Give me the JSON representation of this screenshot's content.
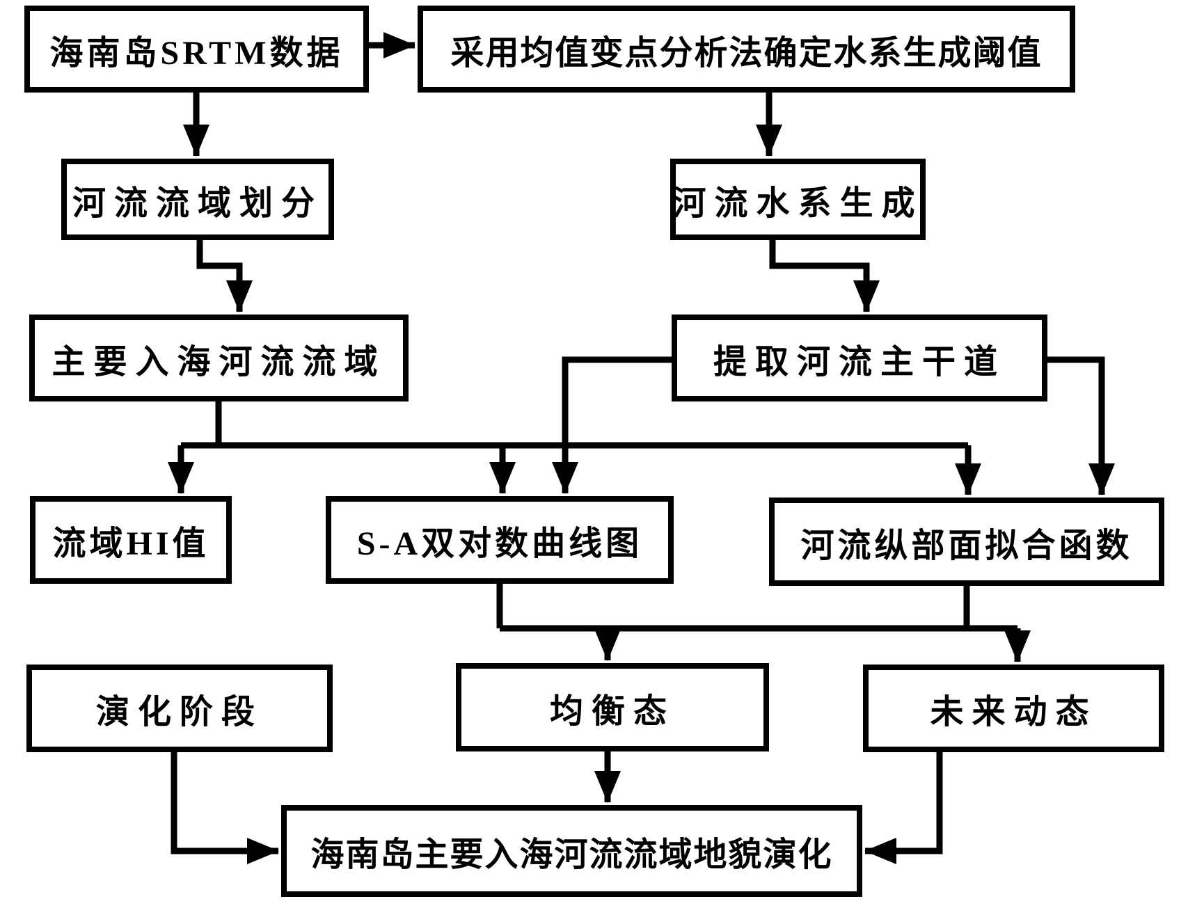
{
  "nodes": {
    "srtm": {
      "label": "海南岛SRTM数据"
    },
    "threshold": {
      "label": "采用均值变点分析法确定水系生成阈值"
    },
    "basin_division": {
      "label": "河流流域划分"
    },
    "network_gen": {
      "label": "河流水系生成"
    },
    "main_basins": {
      "label": "主要入海河流流域"
    },
    "main_channel": {
      "label": "提取河流主干道"
    },
    "hi_value": {
      "label": "流域HI值"
    },
    "sa_loglog": {
      "label": "S-A双对数曲线图"
    },
    "profile_fit": {
      "label": "河流纵部面拟合函数"
    },
    "evolution_stage": {
      "label": "演化阶段"
    },
    "equilibrium": {
      "label": "均衡态"
    },
    "future_dynamics": {
      "label": "未来动态"
    },
    "geomorph_final": {
      "label": "海南岛主要入海河流流域地貌演化"
    }
  },
  "edges": [
    {
      "from": "srtm",
      "to": "threshold"
    },
    {
      "from": "srtm",
      "to": "basin_division"
    },
    {
      "from": "threshold",
      "to": "network_gen"
    },
    {
      "from": "basin_division",
      "to": "main_basins"
    },
    {
      "from": "network_gen",
      "to": "main_channel"
    },
    {
      "from": "main_basins",
      "to": "hi_value"
    },
    {
      "from": "main_basins",
      "to": "sa_loglog"
    },
    {
      "from": "main_basins",
      "to": "profile_fit"
    },
    {
      "from": "main_channel",
      "to": "sa_loglog"
    },
    {
      "from": "main_channel",
      "to": "profile_fit"
    },
    {
      "from": "hi_value",
      "to": "evolution_stage"
    },
    {
      "from": "sa_loglog",
      "to": "equilibrium"
    },
    {
      "from": "profile_fit",
      "to": "future_dynamics"
    },
    {
      "from": "evolution_stage",
      "to": "geomorph_final"
    },
    {
      "from": "equilibrium",
      "to": "geomorph_final"
    },
    {
      "from": "future_dynamics",
      "to": "geomorph_final"
    }
  ],
  "colors": {
    "line": "#000000",
    "box_fill": "#ffffff",
    "background": "#ffffff"
  }
}
